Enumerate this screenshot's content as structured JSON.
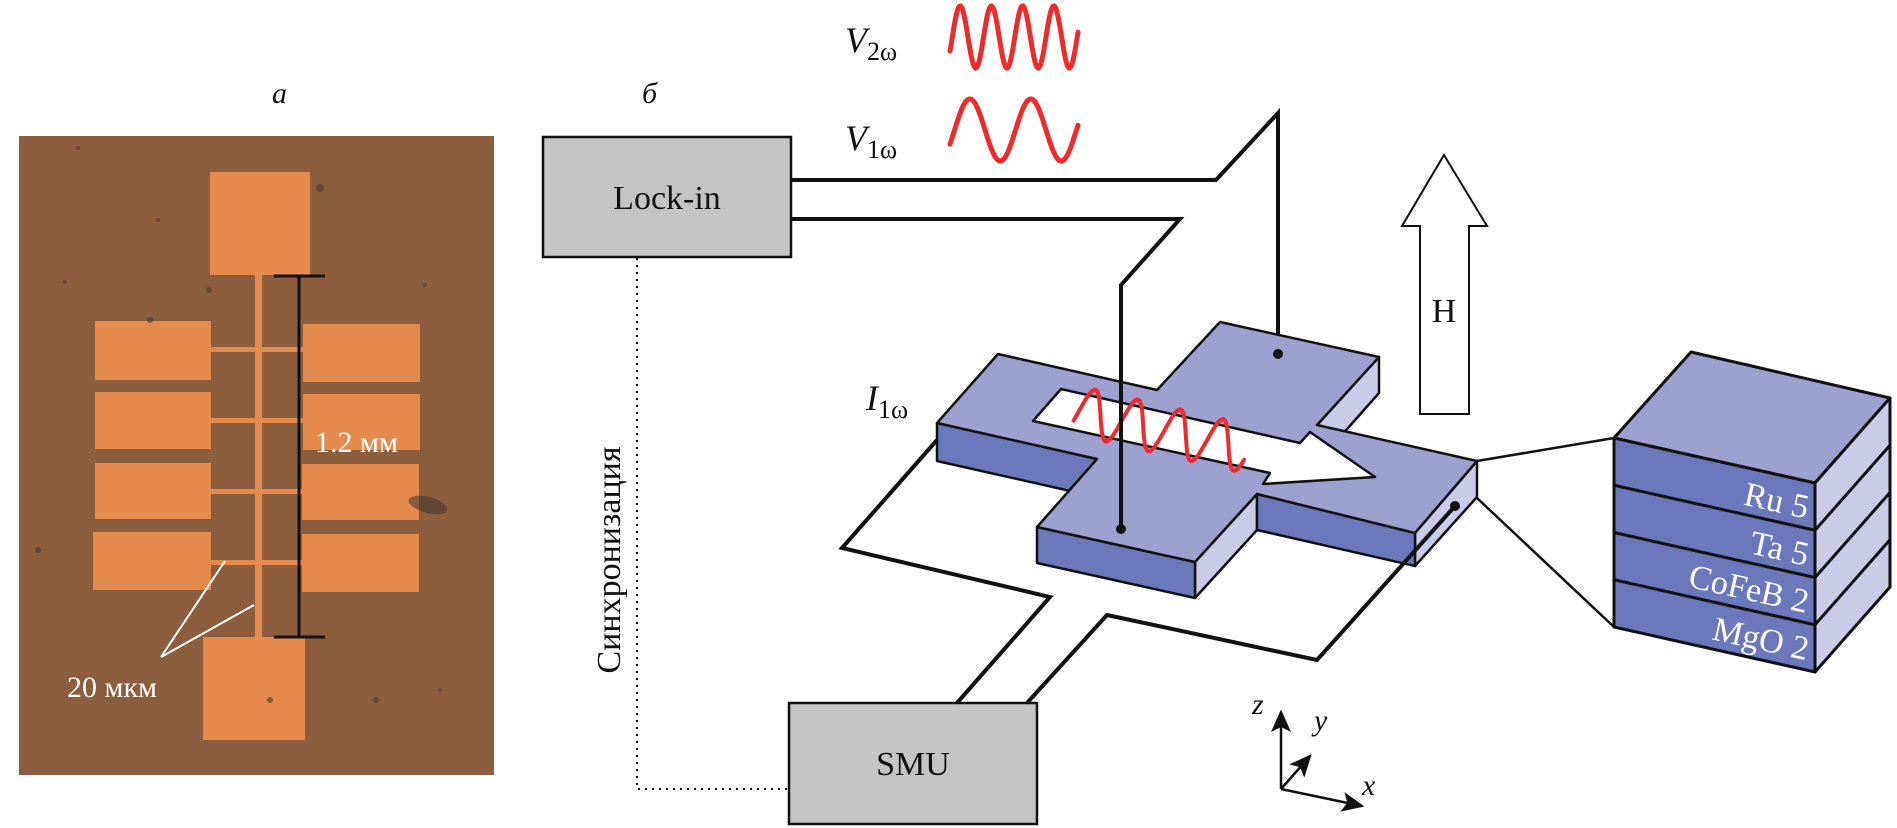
{
  "panels": {
    "a": {
      "label": "а",
      "scale_bar_label": "1.2 мм",
      "width_label": "20 мкм",
      "colors": {
        "background": "#8c5e3e",
        "pads": "#e38a4c"
      }
    },
    "b": {
      "label": "б",
      "lock_in_label": "Lock-in",
      "smu_label": "SMU",
      "sync_label": "Синхронизация",
      "signals": {
        "v2": {
          "symbol": "V",
          "subscript": "2ω",
          "cycles": 4
        },
        "v1": {
          "symbol": "V",
          "subscript": "1ω",
          "cycles": 2
        },
        "i1": {
          "symbol": "I",
          "subscript": "1ω",
          "cycles": 4
        }
      },
      "field_label": "H",
      "axes": {
        "x": "x",
        "y": "y",
        "z": "z"
      },
      "layers": [
        {
          "name": "Ru 5"
        },
        {
          "name": "Ta 5"
        },
        {
          "name": "CoFeB 2"
        },
        {
          "name": "MgO 2"
        }
      ],
      "colors": {
        "wave": "#ee2b2b",
        "device_top": "#9ea0d0",
        "device_front": "#6b78bb",
        "device_side": "#c9cbe8",
        "instrument_box": "#c3c4c3"
      }
    }
  }
}
